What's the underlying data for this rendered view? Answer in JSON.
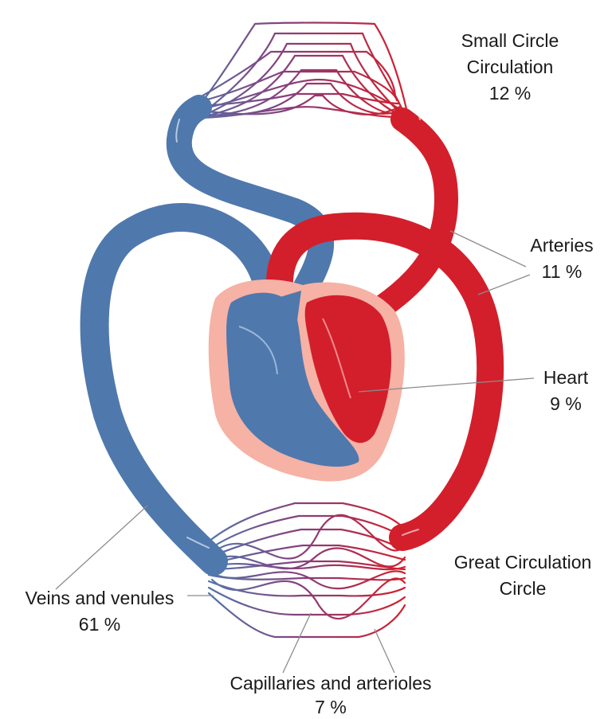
{
  "labels": {
    "small_circle": {
      "name_line1": "Small Circle",
      "name_line2": "Circulation",
      "value": "12 %"
    },
    "arteries": {
      "name": "Arteries",
      "value": "11 %"
    },
    "heart": {
      "name": "Heart",
      "value": "9 %"
    },
    "great_circle": {
      "name_line1": "Great Circulation",
      "name_line2": "Circle"
    },
    "veins": {
      "name": "Veins and venules",
      "value": "61 %"
    },
    "capillaries": {
      "name": "Capillaries and arterioles",
      "value": "7 %"
    }
  },
  "colors": {
    "venous_blue": "#4f78ad",
    "arterial_red": "#d31f2b",
    "heart_outer": "#f5b2a5",
    "leader_line": "#8c8c8c"
  }
}
